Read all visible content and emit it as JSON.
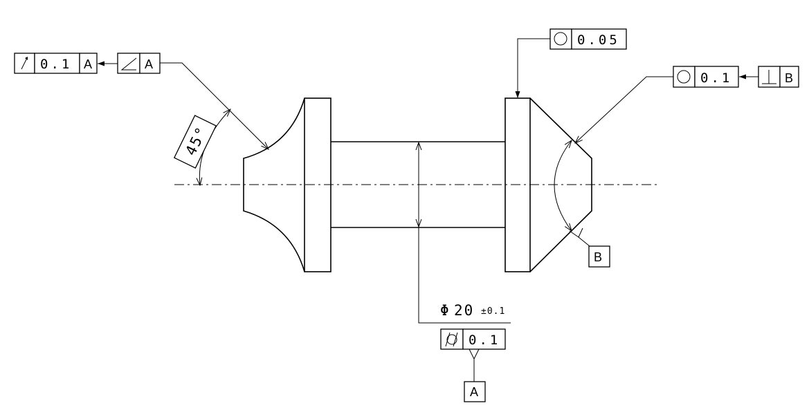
{
  "fcf_runout": {
    "tolerance": "0.1",
    "datum": "A",
    "symbol": "circular-runout-icon"
  },
  "fcf_angularity": {
    "symbol": "angularity-icon",
    "datum": "A"
  },
  "fcf_circularity_top": {
    "symbol": "circularity-icon",
    "tolerance": "0.05"
  },
  "fcf_circularity_right": {
    "symbol": "circularity-icon",
    "tolerance": "0.1"
  },
  "fcf_perpendicularity": {
    "symbol": "perpendicularity-icon",
    "datum": "B"
  },
  "fcf_cylindricity": {
    "symbol": "cylindricity-icon",
    "tolerance": "0.1"
  },
  "angle_dimension": {
    "value": "45°"
  },
  "diameter_dimension": {
    "symbol": "Φ",
    "value": "20",
    "tolerance": "±0.1"
  },
  "datum_b": {
    "label": "B"
  },
  "datum_a": {
    "label": "A"
  }
}
